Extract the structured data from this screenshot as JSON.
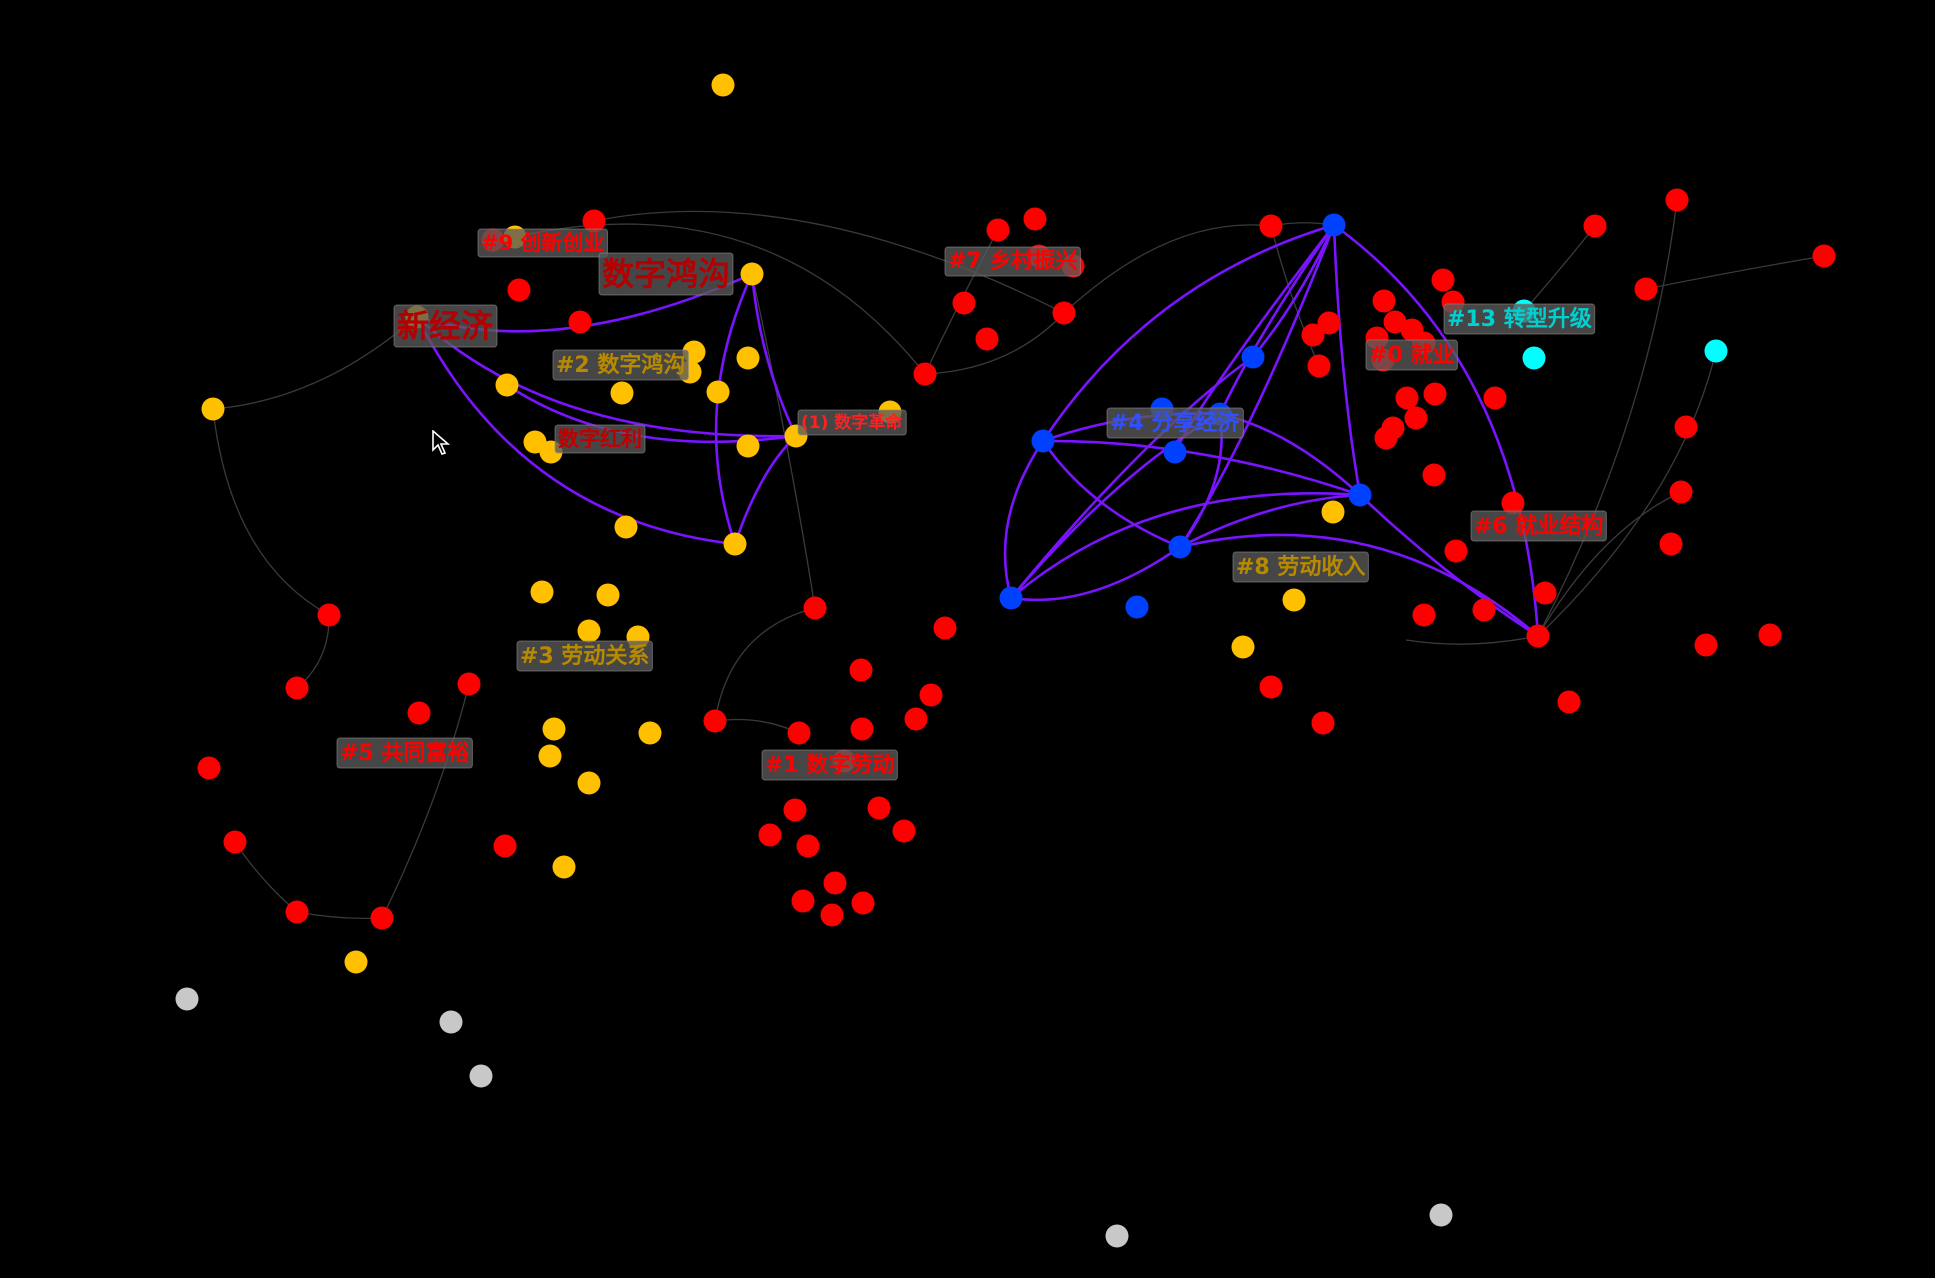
{
  "colors": {
    "background": "#000000",
    "red": "#ff0000",
    "yellow": "#ffc000",
    "blue": "#0040ff",
    "cyan": "#00ffff",
    "gray": "#c8c8c8",
    "highlight_edge": "#7a14ff",
    "faint_edge": "#3a3a3a"
  },
  "labels": {
    "l0": "#0 就业",
    "l1": "#1 数字劳动",
    "l2": "#2 数字鸿沟",
    "l3": "#3 劳动关系",
    "l4": "#4 分享经济",
    "l5": "#5 共同富裕",
    "l6": "#6 就业结构",
    "l7": "#7 乡村振兴",
    "l8": "#8 劳动收入",
    "l9": "#9 创新创业",
    "l13": "#13 转型升级",
    "k1": "数字鸿沟",
    "k2": "新经济",
    "k3": "数字红利",
    "k4": "(1) 数字革命"
  },
  "icons": {
    "cursor": "mouse-pointer-icon"
  }
}
